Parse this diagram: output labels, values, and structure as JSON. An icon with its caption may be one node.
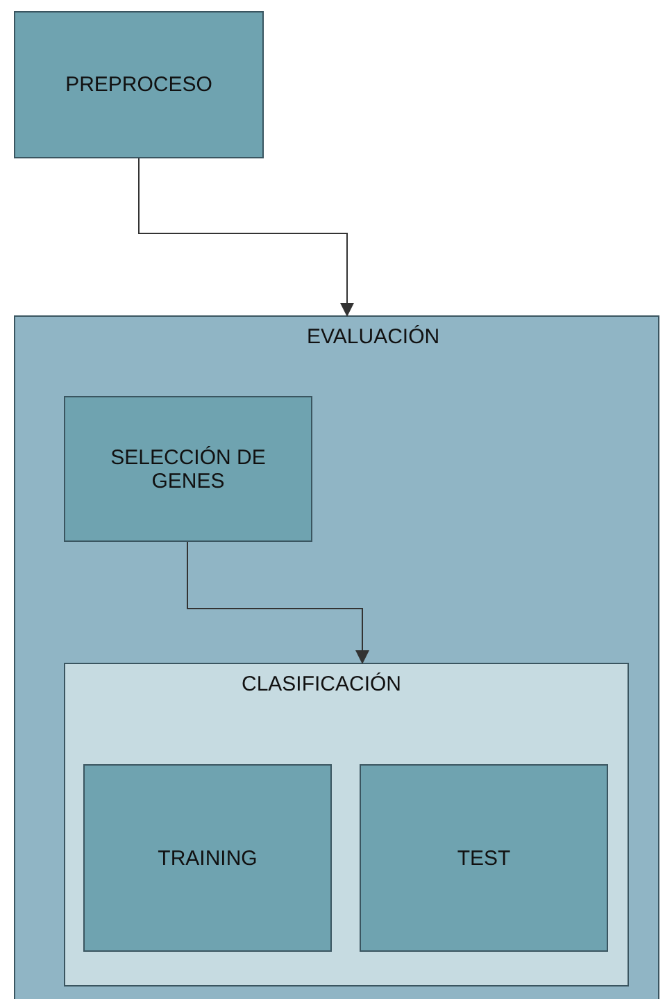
{
  "diagram": {
    "nodes": [
      {
        "text": [
          "PREPROCESO"
        ]
      },
      {
        "text": [
          "EVALUACIÓN"
        ]
      },
      {
        "text": [
          "SELECCIÓN DE GENES"
        ],
        "in": 1
      },
      {
        "text": [
          "CLASIFICACIÓN"
        ],
        "in": 1
      },
      {
        "text": [
          "TRAINING"
        ],
        "in": 3
      },
      {
        "text": [
          "TEST"
        ],
        "in": 3
      }
    ],
    "edges": [
      {
        "from": 0,
        "to": 1,
        "arrow": "to"
      },
      {
        "from": 2,
        "to": 3,
        "arrow": "to"
      }
    ]
  }
}
